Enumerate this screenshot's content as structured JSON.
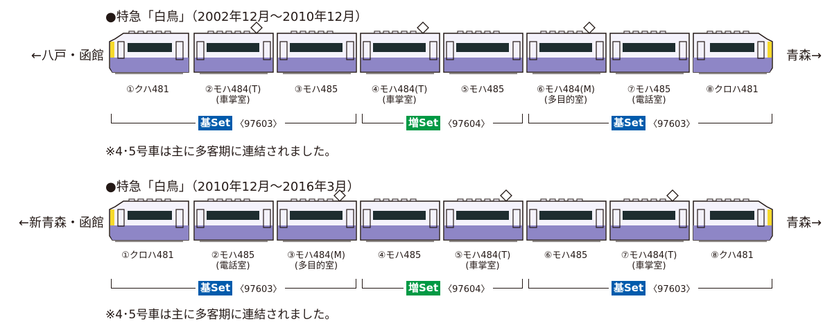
{
  "colors": {
    "body": "#f4f2fb",
    "stripe": "#8e86c6",
    "window": "#1e2d30",
    "nose_yellow": "#f6d92a",
    "base_badge": "#005bac",
    "add_badge": "#009944",
    "outline": "#231815"
  },
  "sections": [
    {
      "title": "●特急「白鳥」（2002年12月～2010年12月）",
      "left_dest": "←八戸・函館",
      "right_dest": "青森→",
      "cars": [
        {
          "label": "①クハ481",
          "sub": "",
          "type": "cab_left",
          "pantograph": false
        },
        {
          "label": "②モハ484(T)",
          "sub": "(車掌室)",
          "type": "middle",
          "pantograph": true
        },
        {
          "label": "③モハ485",
          "sub": "",
          "type": "middle",
          "pantograph": false
        },
        {
          "label": "④モハ484(T)",
          "sub": "(車掌室)",
          "type": "middle",
          "pantograph": true
        },
        {
          "label": "⑤モハ485",
          "sub": "",
          "type": "middle",
          "pantograph": false
        },
        {
          "label": "⑥モハ484(M)",
          "sub": "(多目的室)",
          "type": "middle",
          "pantograph": true
        },
        {
          "label": "⑦モハ485",
          "sub": "(電話室)",
          "type": "middle",
          "pantograph": false
        },
        {
          "label": "⑧クロハ481",
          "sub": "",
          "type": "cab_right",
          "pantograph": false
        }
      ],
      "sets": [
        {
          "badge": "基Set",
          "kind": "base",
          "number": "〈97603〉"
        },
        {
          "badge": "増Set",
          "kind": "add",
          "number": "〈97604〉"
        },
        {
          "badge": "基Set",
          "kind": "base",
          "number": "〈97603〉"
        }
      ],
      "note": "※4･5号車は主に多客期に連結されました。"
    },
    {
      "title": "●特急「白鳥」（2010年12月～2016年3月）",
      "left_dest": "←新青森・函館",
      "right_dest": "青森→",
      "cars": [
        {
          "label": "①クロハ481",
          "sub": "",
          "type": "cab_left",
          "pantograph": false
        },
        {
          "label": "②モハ485",
          "sub": "(電話室)",
          "type": "middle",
          "pantograph": false
        },
        {
          "label": "③モハ484(M)",
          "sub": "(多目的室)",
          "type": "middle",
          "pantograph": true
        },
        {
          "label": "④モハ485",
          "sub": "",
          "type": "middle",
          "pantograph": false
        },
        {
          "label": "⑤モハ484(T)",
          "sub": "(車掌室)",
          "type": "middle",
          "pantograph": true
        },
        {
          "label": "⑥モハ485",
          "sub": "",
          "type": "middle",
          "pantograph": false
        },
        {
          "label": "⑦モハ484(T)",
          "sub": "(車掌室)",
          "type": "middle",
          "pantograph": true
        },
        {
          "label": "⑧クハ481",
          "sub": "",
          "type": "cab_right",
          "pantograph": false
        }
      ],
      "sets": [
        {
          "badge": "基Set",
          "kind": "base",
          "number": "〈97603〉"
        },
        {
          "badge": "増Set",
          "kind": "add",
          "number": "〈97604〉"
        },
        {
          "badge": "基Set",
          "kind": "base",
          "number": "〈97603〉"
        }
      ],
      "note": "※4･5号車は主に多客期に連結されました。"
    }
  ]
}
